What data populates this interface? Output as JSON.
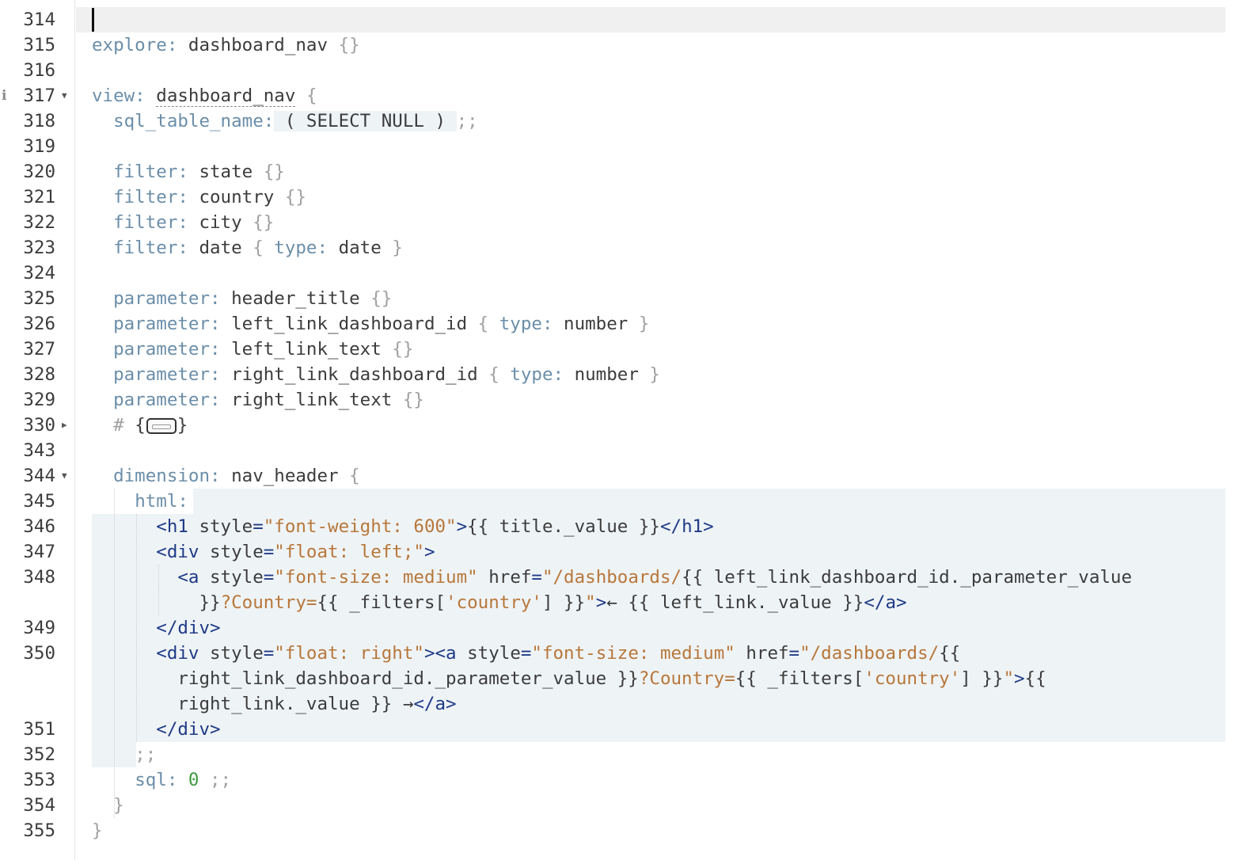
{
  "editor": {
    "active_line": "314",
    "lines": [
      {
        "n": "314",
        "fold": "",
        "segs": []
      },
      {
        "n": "315",
        "fold": "",
        "segs": [
          [
            "k",
            "explore:"
          ],
          [
            "t",
            " dashboard_nav "
          ],
          [
            "p",
            "{}"
          ]
        ]
      },
      {
        "n": "316",
        "fold": "",
        "segs": []
      },
      {
        "n": "317",
        "fold": "expanded",
        "info": true,
        "segs": [
          [
            "k",
            "view:"
          ],
          [
            "t",
            " "
          ],
          [
            "u",
            "dashboard_nav"
          ],
          [
            "t",
            " "
          ],
          [
            "p",
            "{"
          ]
        ]
      },
      {
        "n": "318",
        "fold": "",
        "segs": [
          [
            "t",
            "  "
          ],
          [
            "k",
            "sql_table_name:"
          ],
          [
            "sql",
            " ( SELECT NULL ) "
          ],
          [
            "p",
            ";;"
          ]
        ]
      },
      {
        "n": "319",
        "fold": "",
        "segs": []
      },
      {
        "n": "320",
        "fold": "",
        "segs": [
          [
            "t",
            "  "
          ],
          [
            "k",
            "filter:"
          ],
          [
            "t",
            " state "
          ],
          [
            "p",
            "{}"
          ]
        ]
      },
      {
        "n": "321",
        "fold": "",
        "segs": [
          [
            "t",
            "  "
          ],
          [
            "k",
            "filter:"
          ],
          [
            "t",
            " country "
          ],
          [
            "p",
            "{}"
          ]
        ]
      },
      {
        "n": "322",
        "fold": "",
        "segs": [
          [
            "t",
            "  "
          ],
          [
            "k",
            "filter:"
          ],
          [
            "t",
            " city "
          ],
          [
            "p",
            "{}"
          ]
        ]
      },
      {
        "n": "323",
        "fold": "",
        "segs": [
          [
            "t",
            "  "
          ],
          [
            "k",
            "filter:"
          ],
          [
            "t",
            " date "
          ],
          [
            "p",
            "{ "
          ],
          [
            "k",
            "type:"
          ],
          [
            "t",
            " date "
          ],
          [
            "p",
            "}"
          ]
        ]
      },
      {
        "n": "324",
        "fold": "",
        "segs": []
      },
      {
        "n": "325",
        "fold": "",
        "segs": [
          [
            "t",
            "  "
          ],
          [
            "k",
            "parameter:"
          ],
          [
            "t",
            " header_title "
          ],
          [
            "p",
            "{}"
          ]
        ]
      },
      {
        "n": "326",
        "fold": "",
        "segs": [
          [
            "t",
            "  "
          ],
          [
            "k",
            "parameter:"
          ],
          [
            "t",
            " left_link_dashboard_id "
          ],
          [
            "p",
            "{ "
          ],
          [
            "k",
            "type:"
          ],
          [
            "t",
            " number "
          ],
          [
            "p",
            "}"
          ]
        ]
      },
      {
        "n": "327",
        "fold": "",
        "segs": [
          [
            "t",
            "  "
          ],
          [
            "k",
            "parameter:"
          ],
          [
            "t",
            " left_link_text "
          ],
          [
            "p",
            "{}"
          ]
        ]
      },
      {
        "n": "328",
        "fold": "",
        "segs": [
          [
            "t",
            "  "
          ],
          [
            "k",
            "parameter:"
          ],
          [
            "t",
            " right_link_dashboard_id "
          ],
          [
            "p",
            "{ "
          ],
          [
            "k",
            "type:"
          ],
          [
            "t",
            " number "
          ],
          [
            "p",
            "}"
          ]
        ]
      },
      {
        "n": "329",
        "fold": "",
        "segs": [
          [
            "t",
            "  "
          ],
          [
            "k",
            "parameter:"
          ],
          [
            "t",
            " right_link_text "
          ],
          [
            "p",
            "{}"
          ]
        ]
      },
      {
        "n": "330",
        "fold": "collapsed",
        "segs": [
          [
            "t",
            "  "
          ],
          [
            "p",
            "# "
          ],
          [
            "t",
            "{"
          ],
          [
            "box",
            ""
          ],
          [
            "t",
            "}"
          ]
        ]
      },
      {
        "n": "343",
        "fold": "",
        "segs": []
      },
      {
        "n": "344",
        "fold": "expanded",
        "segs": [
          [
            "t",
            "  "
          ],
          [
            "k",
            "dimension:"
          ],
          [
            "t",
            " nav_header "
          ],
          [
            "p",
            "{"
          ]
        ]
      },
      {
        "n": "345",
        "fold": "",
        "segs": [
          [
            "t",
            "    "
          ],
          [
            "k",
            "html:"
          ]
        ]
      },
      {
        "n": "346",
        "fold": "",
        "segs": [
          [
            "t",
            "      "
          ],
          [
            "tag",
            "<h1"
          ],
          [
            "t",
            " style"
          ],
          [
            "tag",
            "="
          ],
          [
            "s",
            "\"font-weight: 600\""
          ],
          [
            "tag",
            ">"
          ],
          [
            "t",
            "{{ title._value }}"
          ],
          [
            "tag",
            "</h1>"
          ]
        ]
      },
      {
        "n": "347",
        "fold": "",
        "segs": [
          [
            "t",
            "      "
          ],
          [
            "tag",
            "<div"
          ],
          [
            "t",
            " style"
          ],
          [
            "tag",
            "="
          ],
          [
            "s",
            "\"float: left;\""
          ],
          [
            "tag",
            ">"
          ]
        ]
      },
      {
        "n": "348",
        "fold": "",
        "segs": [
          [
            "t",
            "        "
          ],
          [
            "tag",
            "<a"
          ],
          [
            "t",
            " style"
          ],
          [
            "tag",
            "="
          ],
          [
            "s",
            "\"font-size: medium\""
          ],
          [
            "t",
            " href"
          ],
          [
            "tag",
            "="
          ],
          [
            "s",
            "\"/dashboards/"
          ],
          [
            "t",
            "{{ left_link_dashboard_id._parameter_value"
          ]
        ]
      },
      {
        "n": "",
        "fold": "",
        "segs": [
          [
            "t",
            "          }}"
          ],
          [
            "s",
            "?Country="
          ],
          [
            "t",
            "{{ _filters["
          ],
          [
            "s",
            "'country'"
          ],
          [
            "t",
            "] }}"
          ],
          [
            "s",
            "\""
          ],
          [
            "tag",
            ">"
          ],
          [
            "t",
            "← {{ left_link._value }}"
          ],
          [
            "tag",
            "</a>"
          ]
        ]
      },
      {
        "n": "349",
        "fold": "",
        "segs": [
          [
            "t",
            "      "
          ],
          [
            "tag",
            "</div>"
          ]
        ]
      },
      {
        "n": "350",
        "fold": "",
        "segs": [
          [
            "t",
            "      "
          ],
          [
            "tag",
            "<div"
          ],
          [
            "t",
            " style"
          ],
          [
            "tag",
            "="
          ],
          [
            "s",
            "\"float: right\""
          ],
          [
            "tag",
            "><a"
          ],
          [
            "t",
            " style"
          ],
          [
            "tag",
            "="
          ],
          [
            "s",
            "\"font-size: medium\""
          ],
          [
            "t",
            " href"
          ],
          [
            "tag",
            "="
          ],
          [
            "s",
            "\"/dashboards/"
          ],
          [
            "t",
            "{{"
          ]
        ]
      },
      {
        "n": "",
        "fold": "",
        "segs": [
          [
            "t",
            "        right_link_dashboard_id._parameter_value }}"
          ],
          [
            "s",
            "?Country="
          ],
          [
            "t",
            "{{ _filters["
          ],
          [
            "s",
            "'country'"
          ],
          [
            "t",
            "] }}"
          ],
          [
            "s",
            "\""
          ],
          [
            "tag",
            ">"
          ],
          [
            "t",
            "{{"
          ]
        ]
      },
      {
        "n": "",
        "fold": "",
        "segs": [
          [
            "t",
            "        right_link._value }} →"
          ],
          [
            "tag",
            "</a>"
          ]
        ]
      },
      {
        "n": "351",
        "fold": "",
        "segs": [
          [
            "t",
            "      "
          ],
          [
            "tag",
            "</div>"
          ]
        ]
      },
      {
        "n": "352",
        "fold": "",
        "segs": [
          [
            "t",
            "    "
          ],
          [
            "p",
            ";;"
          ]
        ]
      },
      {
        "n": "353",
        "fold": "",
        "segs": [
          [
            "t",
            "    "
          ],
          [
            "k",
            "sql:"
          ],
          [
            "t",
            " "
          ],
          [
            "num",
            "0"
          ],
          [
            "t",
            " "
          ],
          [
            "p",
            ";;"
          ]
        ]
      },
      {
        "n": "354",
        "fold": "",
        "segs": [
          [
            "t",
            "  "
          ],
          [
            "p",
            "}"
          ]
        ]
      },
      {
        "n": "355",
        "fold": "",
        "segs": [
          [
            "p",
            "}"
          ]
        ]
      }
    ]
  }
}
